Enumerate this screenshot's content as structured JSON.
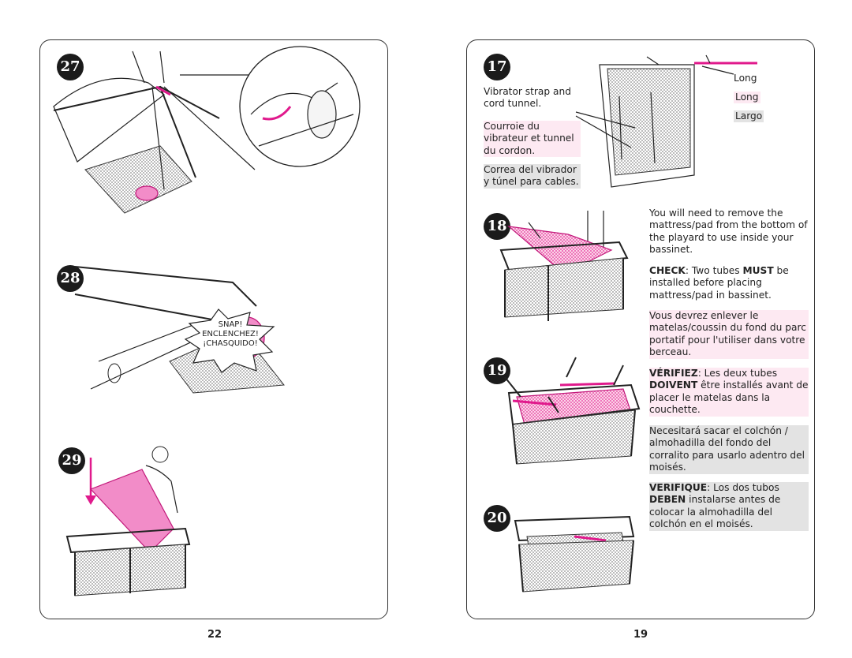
{
  "left_page": {
    "page_number": "22",
    "steps": [
      {
        "number": "27"
      },
      {
        "number": "28",
        "callout_lines": [
          "SNAP!",
          "ENCLENCHEZ!",
          "¡CHASQUIDO!"
        ]
      },
      {
        "number": "29"
      }
    ]
  },
  "right_page": {
    "page_number": "19",
    "step17": {
      "number": "17",
      "caption_en": "Vibrator strap and cord tunnel.",
      "caption_fr": "Courroie du vibrateur et tunnel du cordon.",
      "caption_es": "Correa del vibrador y túnel para cables.",
      "labels": [
        "Long",
        "Long",
        "Largo"
      ]
    },
    "step18": {
      "number": "18"
    },
    "step19": {
      "number": "19"
    },
    "step20": {
      "number": "20"
    },
    "instructions": {
      "en_p1": "You will need to remove the mattress/pad from the bottom of the playard to use inside your bassinet.",
      "en_check_label": "CHECK",
      "en_check_mid": ": Two tubes ",
      "en_check_must": "MUST",
      "en_check_rest": " be installed before placing mattress/pad in bassinet.",
      "fr_p1": "Vous devrez enlever le matelas/coussin du fond du parc portatif pour l'utiliser dans votre berceau.",
      "fr_check_label": "VÉRIFIEZ",
      "fr_check_mid": ": Les deux tubes ",
      "fr_check_must": "DOIVENT",
      "fr_check_rest": " être installés avant de placer le matelas dans la couchette.",
      "es_p1": "Necesitará sacar el colchón / almohadilla del fondo del corralito para usarlo adentro del moisés.",
      "es_check_label": "VERIFIQUE",
      "es_check_mid": ": Los dos tubos ",
      "es_check_must": "DEBEN",
      "es_check_rest": " instalarse antes de colocar la almohadilla del colchón en el moisés."
    }
  },
  "colors": {
    "accent_pink": "#e0198c",
    "french_bg": "#fde9f2",
    "spanish_bg": "#e3e3e3"
  }
}
